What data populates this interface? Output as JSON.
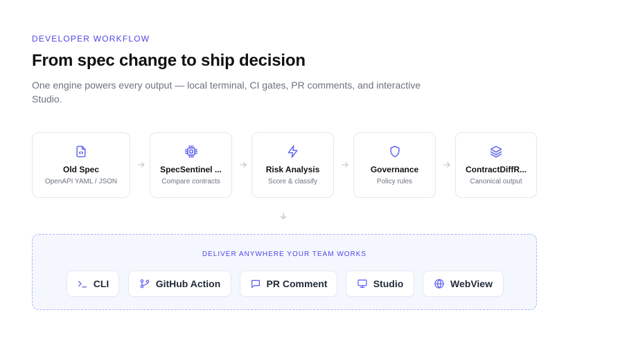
{
  "header": {
    "eyebrow": "DEVELOPER WORKFLOW",
    "title": "From spec change to ship decision",
    "subtitle": "One engine powers every output — local terminal, CI gates, PR comments, and interactive Studio."
  },
  "pipeline": [
    {
      "icon": "file-code-icon",
      "title": "Old Spec",
      "description": "OpenAPI YAML / JSON"
    },
    {
      "icon": "cpu-chip-icon",
      "title": "SpecSentinel ...",
      "description": "Compare contracts"
    },
    {
      "icon": "lightning-bolt-icon",
      "title": "Risk Analysis",
      "description": "Score & classify"
    },
    {
      "icon": "shield-icon",
      "title": "Governance",
      "description": "Policy rules"
    },
    {
      "icon": "layers-icon",
      "title": "ContractDiffR...",
      "description": "Canonical output"
    }
  ],
  "delivery": {
    "label": "DELIVER ANYWHERE YOUR TEAM WORKS",
    "channels": [
      {
        "icon": "terminal-icon",
        "label": "CLI"
      },
      {
        "icon": "git-branch-icon",
        "label": "GitHub Action"
      },
      {
        "icon": "comment-icon",
        "label": "PR Comment"
      },
      {
        "icon": "monitor-icon",
        "label": "Studio"
      },
      {
        "icon": "globe-icon",
        "label": "WebView"
      }
    ]
  },
  "colors": {
    "accent": "#4f46e5",
    "icon": "#6366f1",
    "deliver_bg": "#f5f7ff",
    "deliver_border": "#a5b4fc"
  }
}
